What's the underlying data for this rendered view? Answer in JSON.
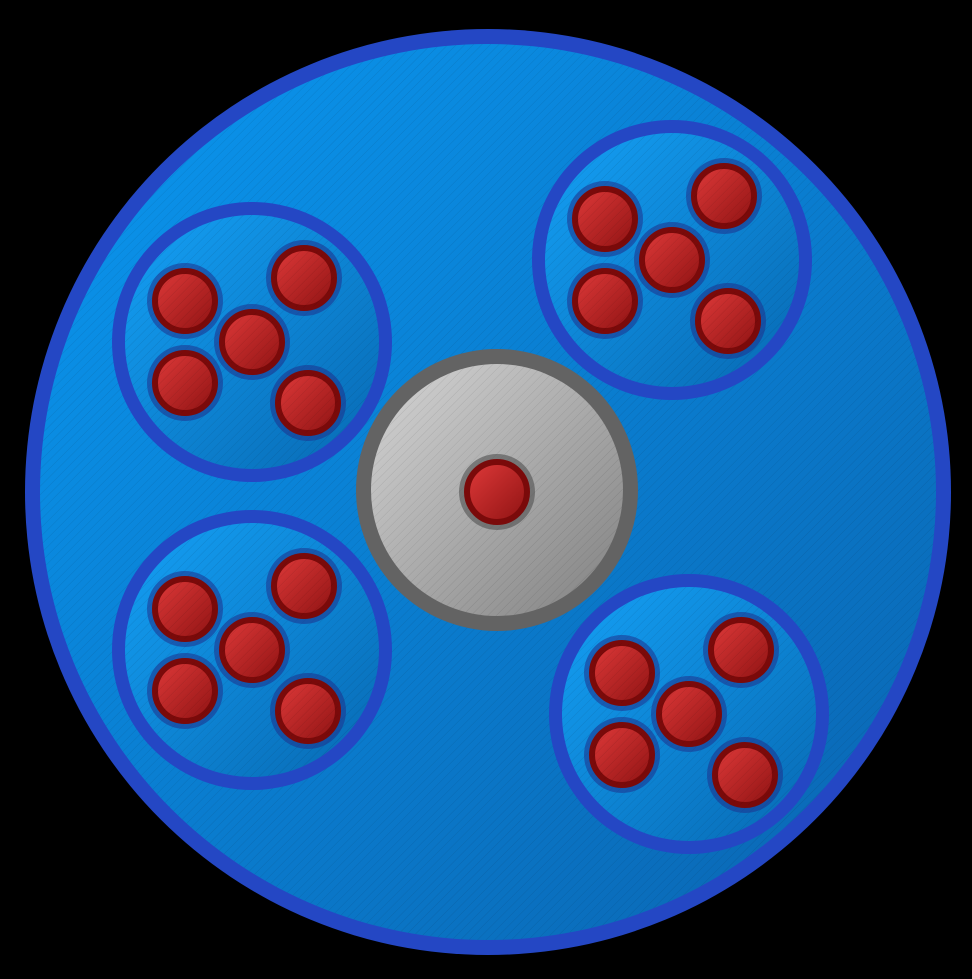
{
  "colors": {
    "background": "#000000",
    "outer_ring": "#2447c4",
    "outer_fill_light": "#0a97f0",
    "outer_fill_dark": "#0a64b0",
    "cluster_ring": "#2447c4",
    "cluster_fill_light": "#14a0f5",
    "cluster_fill_dark": "#0769b3",
    "core_ring": "#636363",
    "core_fill_light": "#d6d6d6",
    "core_fill_dark": "#808080",
    "dot_ring_dark": "#7a0a0a",
    "dot_fill_light": "#e03a3a",
    "dot_fill_dark": "#8e1212"
  },
  "diagram": {
    "icon": "cable-cross-section-icon",
    "structure": {
      "outer_jacket": "outer-sheath",
      "central_core": {
        "name": "central-strength-member",
        "dots": 1
      },
      "bundles": [
        {
          "name": "bundle-top-left",
          "dots": 5
        },
        {
          "name": "bundle-top-right",
          "dots": 5
        },
        {
          "name": "bundle-bottom-left",
          "dots": 5
        },
        {
          "name": "bundle-bottom-right",
          "dots": 5
        }
      ]
    }
  }
}
